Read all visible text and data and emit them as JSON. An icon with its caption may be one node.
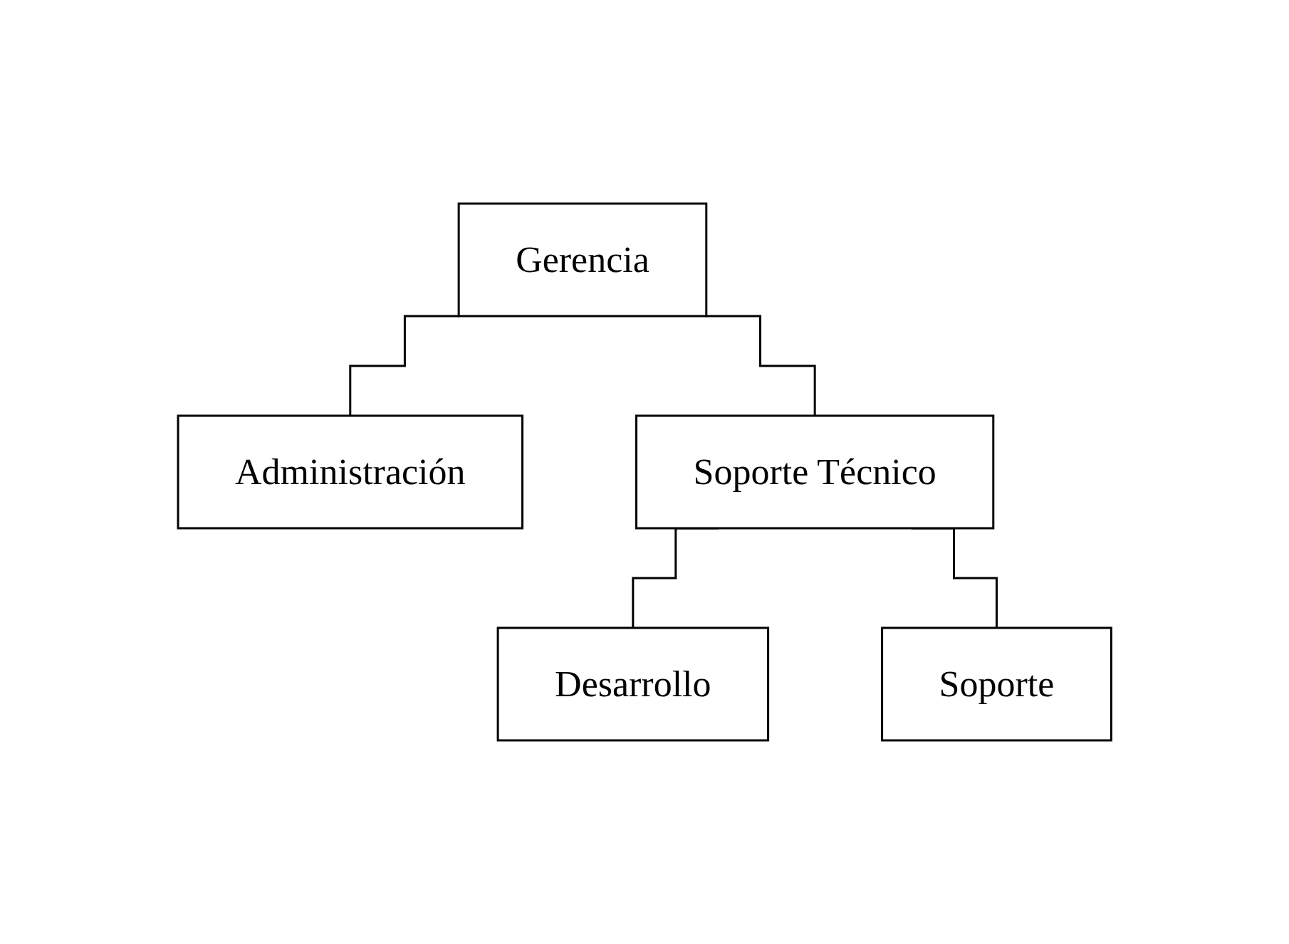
{
  "diagram": {
    "nodes": [
      {
        "text": [
          "Gerencia"
        ]
      },
      {
        "text": [
          "Administración"
        ]
      },
      {
        "text": [
          "Soporte Técnico"
        ]
      },
      {
        "text": [
          "Desarrollo"
        ]
      },
      {
        "text": [
          "Soporte"
        ]
      }
    ],
    "edges": [
      {
        "from": 0,
        "to": 1,
        "arrow": "none"
      },
      {
        "from": 0,
        "to": 2,
        "arrow": "none"
      },
      {
        "from": 2,
        "to": 3,
        "arrow": "none"
      },
      {
        "from": 2,
        "to": 4,
        "arrow": "none"
      }
    ]
  }
}
